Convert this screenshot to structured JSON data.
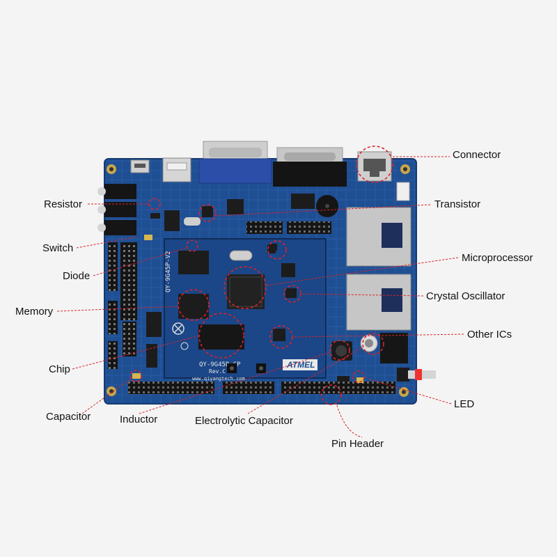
{
  "board": {
    "model_text": "QY-9G45B-GP",
    "revision_text": "Rev.C",
    "url_text": "www.qiyangtech.com",
    "side_text": "QY-9G45P-V2",
    "brand_logo_text": "ATMEL",
    "colors": {
      "pcb": "#1f4f93",
      "pcb_dark": "#16386b",
      "callout_circle": "#d9232a",
      "callout_line": "#d9232a",
      "chip": "#1c1c1c",
      "metal": "#c8c8c8"
    }
  },
  "callouts": {
    "connector": "Connector",
    "resistor": "Resistor",
    "transistor": "Transistor",
    "switch": "Switch",
    "microprocessor": "Microprocessor",
    "diode": "Diode",
    "crystal_oscillator": "Crystal Oscillator",
    "memory": "Memory",
    "other_ics": "Other ICs",
    "chip": "Chip",
    "capacitor": "Capacitor",
    "inductor": "Inductor",
    "electrolytic_capacitor": "Electrolytic Capacitor",
    "led": "LED",
    "pin_header": "Pin Header"
  }
}
